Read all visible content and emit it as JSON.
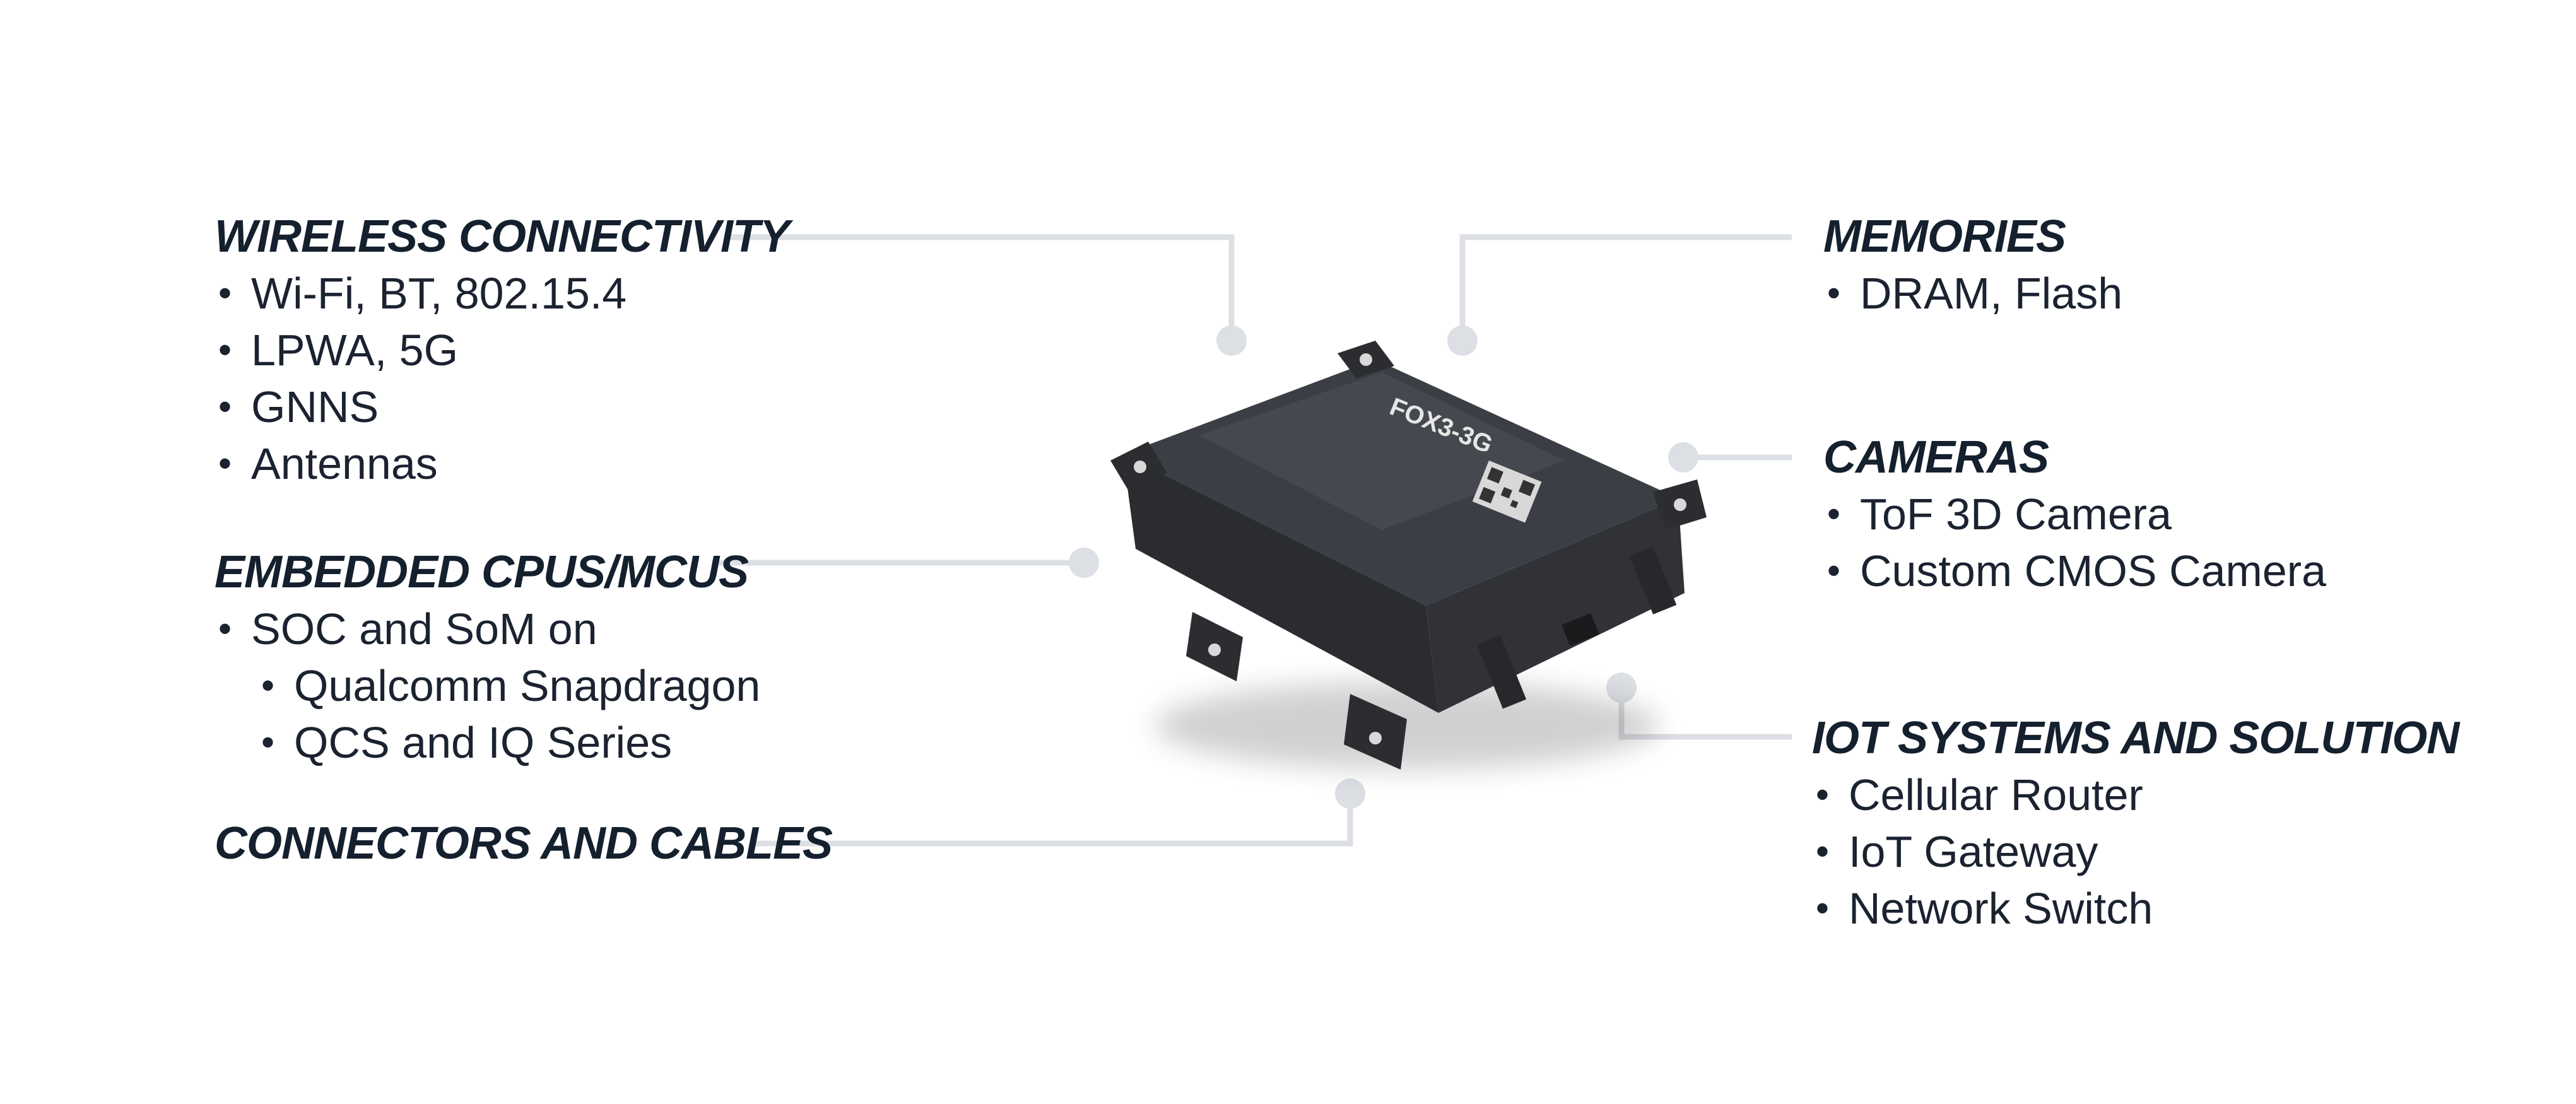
{
  "colors": {
    "heading": "#15202e",
    "text": "#1b2230",
    "connector": "#dcdfe4",
    "device_body": "#35383d"
  },
  "device": {
    "model": "FOX3-3G"
  },
  "sections": {
    "wireless": {
      "title": "WIRELESS CONNECTIVITY",
      "items": [
        "Wi-Fi, BT, 802.15.4",
        "LPWA, 5G",
        "GNNS",
        "Antennas"
      ]
    },
    "embedded": {
      "title": "EMBEDDED CPUS/MCUS",
      "items": [
        "SOC and SoM on"
      ],
      "subitems": [
        "Qualcomm Snapdragon",
        "QCS and IQ Series"
      ]
    },
    "connectors": {
      "title": "CONNECTORS AND CABLES"
    },
    "memories": {
      "title": "MEMORIES",
      "items": [
        "DRAM, Flash"
      ]
    },
    "cameras": {
      "title": "CAMERAS",
      "items": [
        "ToF 3D Camera",
        "Custom CMOS Camera"
      ]
    },
    "iot": {
      "title": "IOT SYSTEMS AND SOLUTION",
      "items": [
        "Cellular Router",
        "IoT Gateway",
        "Network Switch"
      ]
    }
  }
}
